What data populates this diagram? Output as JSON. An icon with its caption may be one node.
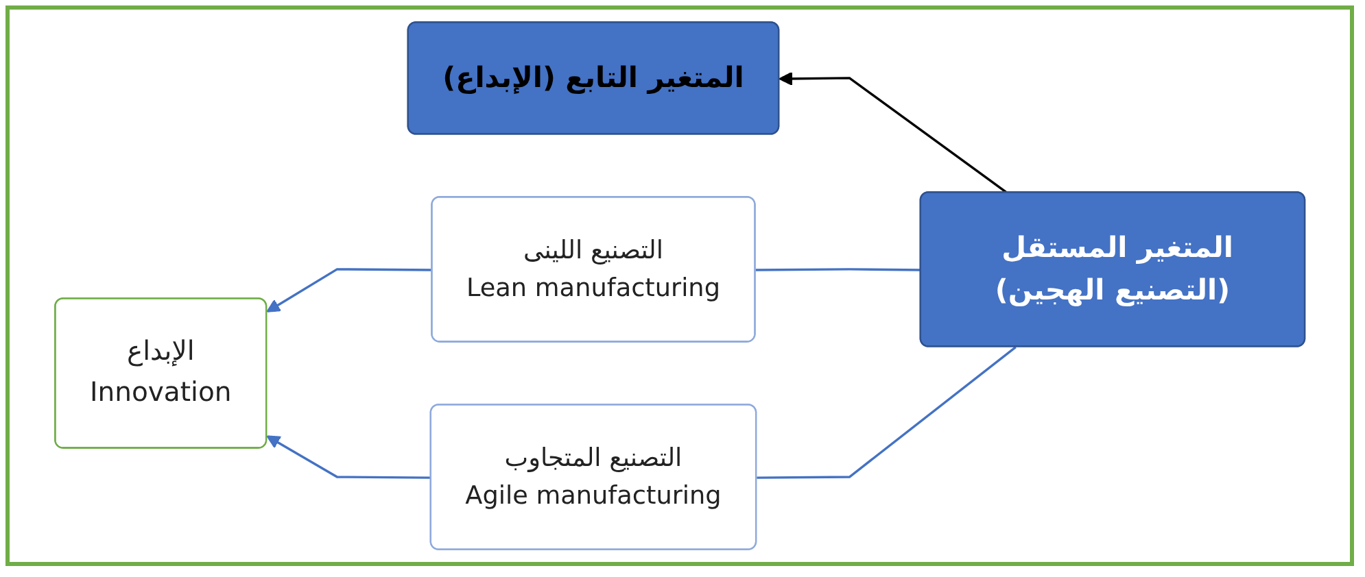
{
  "diagram": {
    "nodes": [
      {
        "text": [
          "المتغير المستقل (التصنيع الهجين)"
        ]
      },
      {
        "text": [
          "المتغير التابع (الإبداع)"
        ]
      },
      {
        "text": [
          "التصنيع اللينى",
          "Lean manufacturing"
        ]
      },
      {
        "text": [
          "التصنيع المتجاوب",
          "Agile manufacturing"
        ]
      },
      {
        "text": [
          "الإبداع",
          "Innovation"
        ]
      }
    ],
    "edges": [
      {
        "from": 0,
        "to": 1,
        "arrow": "to",
        "color": "#000000"
      },
      {
        "from": 0,
        "to": 2,
        "arrow": "none"
      },
      {
        "from": 0,
        "to": 3,
        "arrow": "none"
      },
      {
        "from": 2,
        "to": 4,
        "arrow": "to"
      },
      {
        "from": 3,
        "to": 4,
        "arrow": "to"
      }
    ]
  }
}
